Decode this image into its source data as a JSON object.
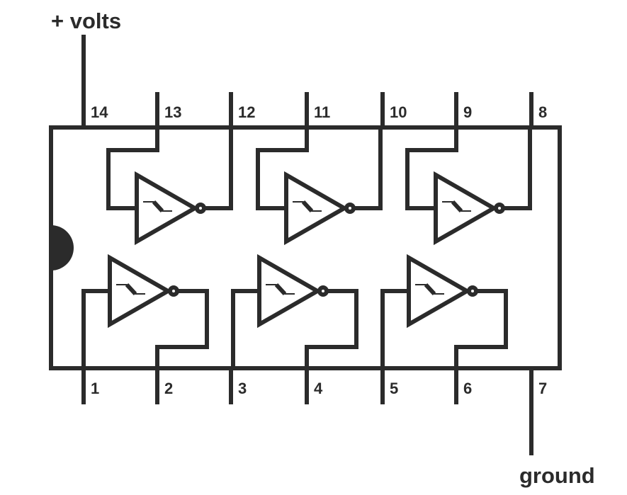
{
  "labels": {
    "supply": "+ volts",
    "ground": "ground"
  },
  "pins": {
    "top": [
      "14",
      "13",
      "12",
      "11",
      "10",
      "9",
      "8"
    ],
    "bottom": [
      "1",
      "2",
      "3",
      "4",
      "5",
      "6",
      "7"
    ]
  },
  "gate_type": "schmitt-trigger-inverter",
  "gate_count": 6,
  "colors": {
    "line": "#2b2b2b",
    "background": "#ffffff"
  }
}
